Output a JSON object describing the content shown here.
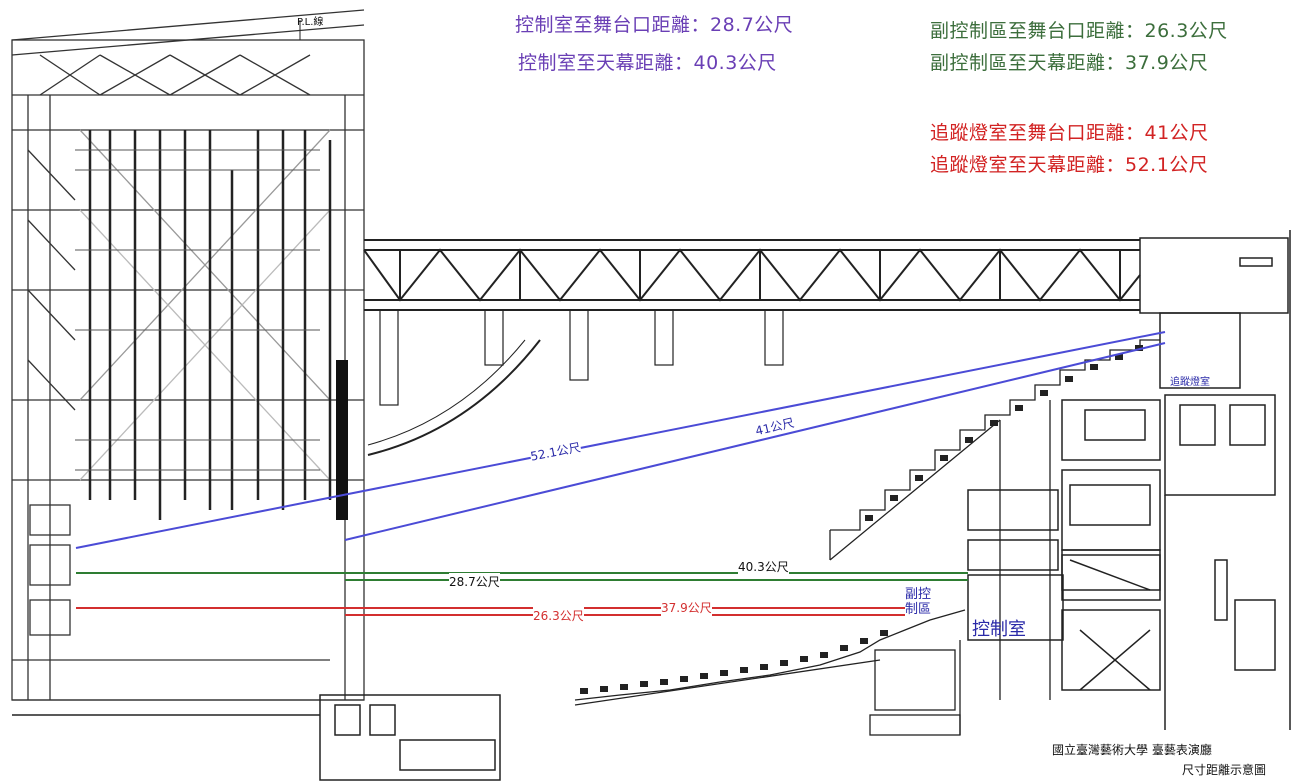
{
  "notes": {
    "control_proscenium": "控制室至舞台口距離：28.7公尺",
    "control_cyclorama": "控制室至天幕距離：40.3公尺",
    "sub_control_proscenium": "副控制區至舞台口距離：26.3公尺",
    "sub_control_cyclorama": "副控制區至天幕距離：37.9公尺",
    "follow_spot_proscenium": "追蹤燈室至舞台口距離：41公尺",
    "follow_spot_cyclorama": "追蹤燈室至天幕距離：52.1公尺"
  },
  "dimension_labels": {
    "blue_long": "52.1公尺",
    "blue_short": "41公尺",
    "green_long": "40.3公尺",
    "green_short": "28.7公尺",
    "red_long": "37.9公尺",
    "red_short": "26.3公尺"
  },
  "room_labels": {
    "pl_line": "P.L.線",
    "follow_spot_room": "追蹤燈室",
    "sub_control_area_line1": "副控",
    "sub_control_area_line2": "制區",
    "control_room": "控制室"
  },
  "caption": {
    "line1": "國立臺灣藝術大學 臺藝表演廳",
    "line2": "尺寸距離示意圖"
  },
  "colors": {
    "purple": "#6a3fb5",
    "green": "#2e7d32",
    "red": "#d32f2f",
    "blue_line": "#4b4bd6",
    "label_blue": "#2a2aa8"
  }
}
